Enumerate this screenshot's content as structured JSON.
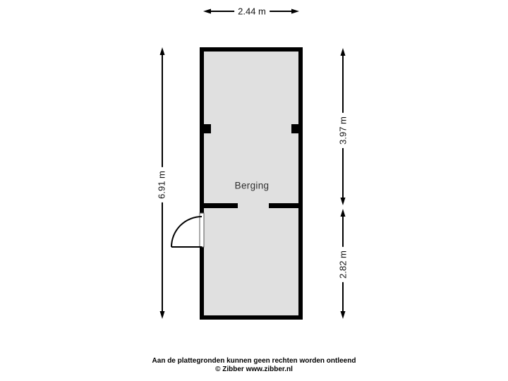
{
  "plan": {
    "room_label": "Berging",
    "dimensions": {
      "width_top": "2.44 m",
      "height_total": "6.91 m",
      "height_upper": "3.97 m",
      "height_lower": "2.82 m"
    },
    "colors": {
      "wall": "#000000",
      "floor": "#e0e0e0",
      "label_background": "#ffffff",
      "background": "#ffffff"
    }
  },
  "footer": {
    "disclaimer": "Aan de plattegronden kunnen geen rechten worden ontleend",
    "copyright": "© Zibber www.zibber.nl"
  }
}
